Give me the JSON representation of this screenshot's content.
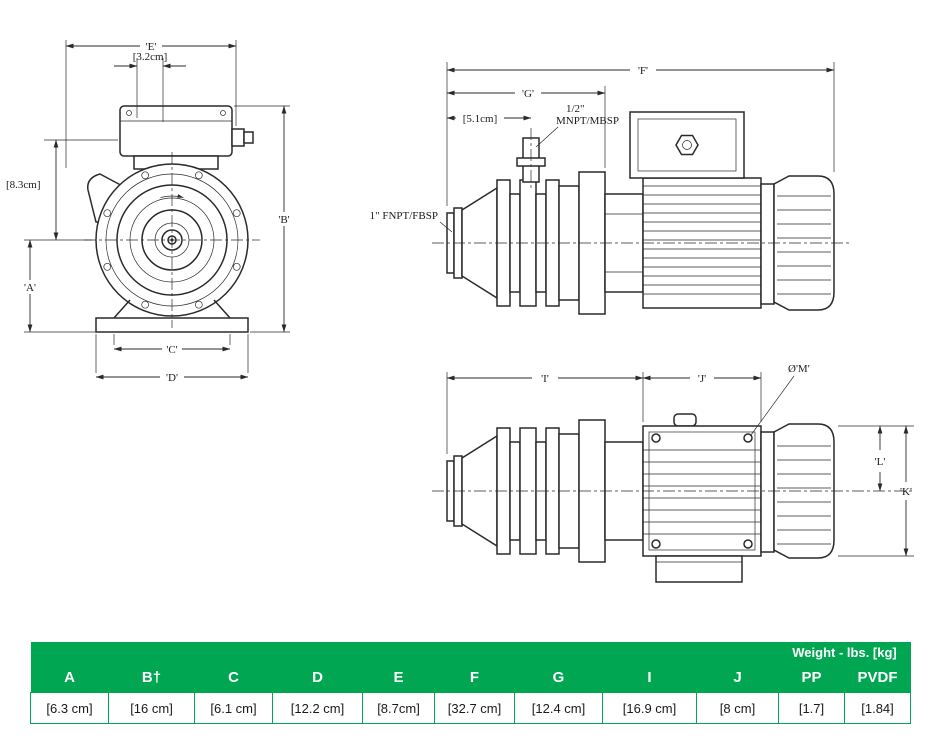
{
  "colors": {
    "green": "#00A651",
    "line": "#2a2a2a"
  },
  "front_view": {
    "dim_e": "'E'",
    "dim_32": "[3.2cm]",
    "dim_83": "[8.3cm]",
    "dim_b": "'B'",
    "dim_a": "'A'",
    "dim_c": "'C'",
    "dim_d": "'D'"
  },
  "side_top": {
    "dim_f": "'F'",
    "dim_g": "'G'",
    "dim_51": "[5.1cm]",
    "port_size": "1/2\"",
    "port_thread": "MNPT/MBSP",
    "inlet_label": "1\" FNPT/FBSP"
  },
  "side_bottom": {
    "dim_i": "'I'",
    "dim_j": "'J'",
    "dim_m": "Ø'M'",
    "dim_l": "'L'",
    "dim_k": "'K'"
  },
  "table": {
    "weight_header": "Weight - lbs. [kg]",
    "columns": [
      "A",
      "B†",
      "C",
      "D",
      "E",
      "F",
      "G",
      "I",
      "J",
      "PP",
      "PVDF"
    ],
    "values": [
      "[6.3 cm]",
      "[16 cm]",
      "[6.1 cm]",
      "[12.2 cm]",
      "[8.7cm]",
      "[32.7 cm]",
      "[12.4 cm]",
      "[16.9 cm]",
      "[8 cm]",
      "[1.7]",
      "[1.84]"
    ]
  }
}
